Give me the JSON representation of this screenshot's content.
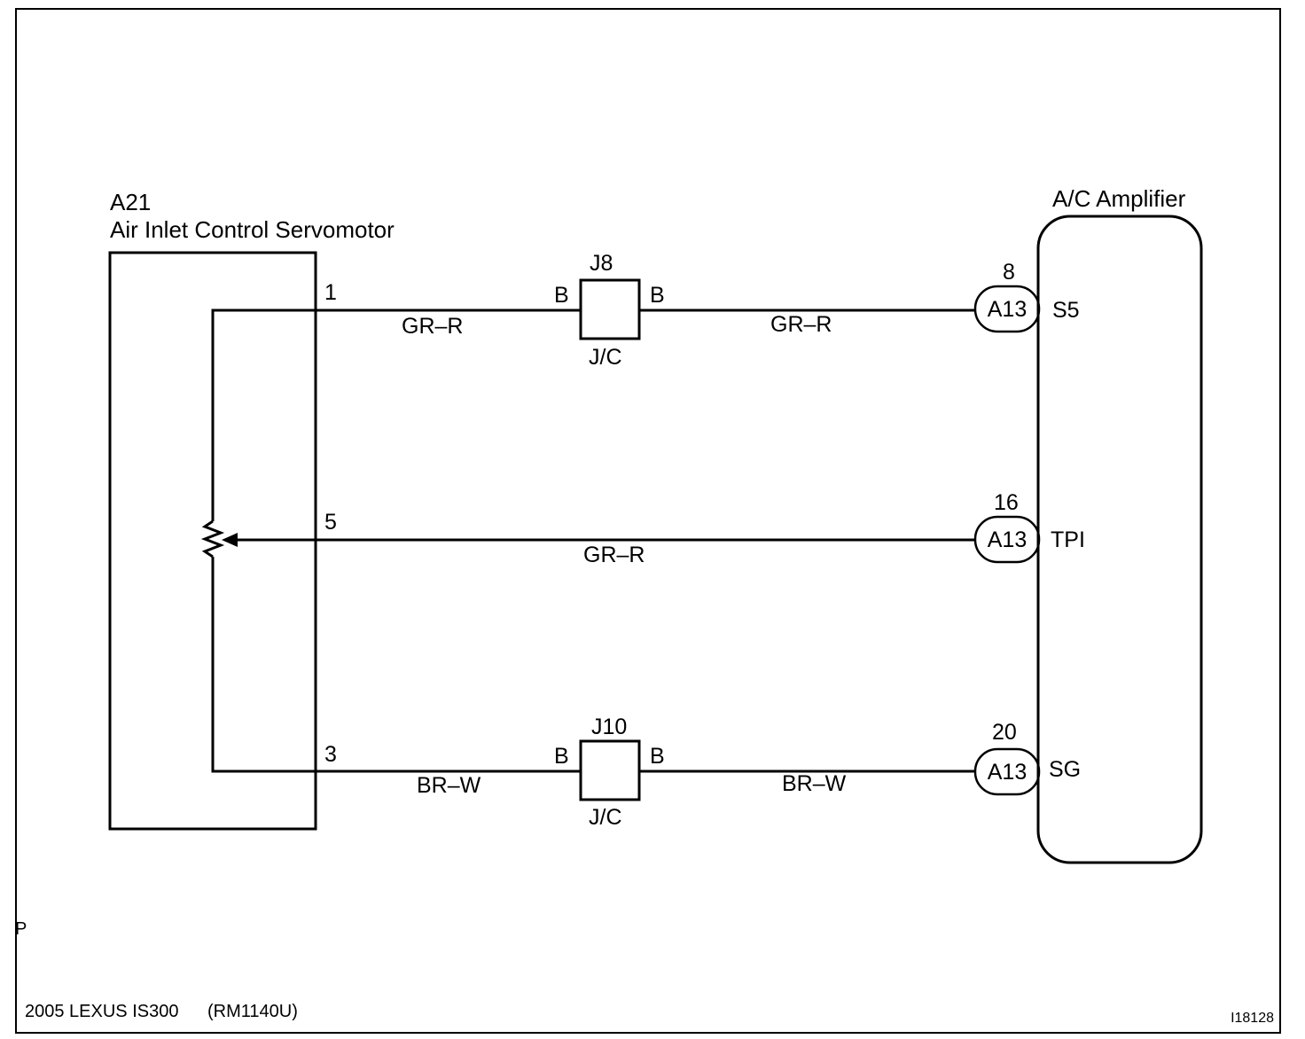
{
  "servomotor": {
    "code": "A21",
    "name": "Air Inlet Control Servomotor"
  },
  "amplifier": {
    "name": "A/C Amplifier"
  },
  "junctions": [
    {
      "id": "J8",
      "type": "J/C",
      "left_pin": "B",
      "right_pin": "B"
    },
    {
      "id": "J10",
      "type": "J/C",
      "left_pin": "B",
      "right_pin": "B"
    }
  ],
  "circuits": [
    {
      "servo_pin": "1",
      "wire_left": "GR–R",
      "wire_right": "GR–R",
      "connector": "A13",
      "connector_pin": "8",
      "terminal": "S5"
    },
    {
      "servo_pin": "5",
      "wire": "GR–R",
      "connector": "A13",
      "connector_pin": "16",
      "terminal": "TPI"
    },
    {
      "servo_pin": "3",
      "wire_left": "BR–W",
      "wire_right": "BR–W",
      "connector": "A13",
      "connector_pin": "20",
      "terminal": "SG"
    }
  ],
  "footer": {
    "left_mark": "P",
    "model": "2005 LEXUS IS300",
    "manual": "(RM1140U)",
    "figure_id": "I18128"
  }
}
